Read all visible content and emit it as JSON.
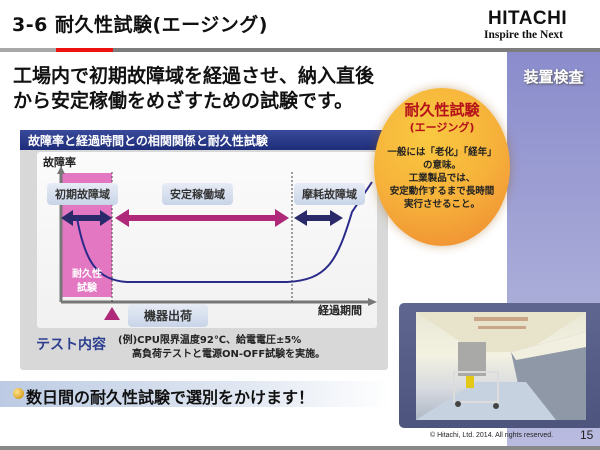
{
  "header": {
    "title": "3-6  耐久性試験(エージング)",
    "logo": {
      "brand": "HITACHI",
      "tagline": "Inspire the Next"
    },
    "accent_colors": {
      "rule_gray": "#a8a8a8",
      "rule_red": "#ee1111",
      "rule_dark": "#7d7d7d"
    }
  },
  "side_panel": {
    "label": "装置検査",
    "color": "#8a8ccc"
  },
  "lead": {
    "line1": "工場内で初期故障域を経過させ、納入直後",
    "line2": "から安定稼働をめざすための試験です。"
  },
  "callout": {
    "title": "耐久性試験",
    "subtitle": "(エージング)",
    "body": [
      "一般には「老化」「経年」",
      "の意味。",
      "工業製品では、",
      "安定動作するまで長時間",
      "実行させること。"
    ]
  },
  "diagram": {
    "panel_title": "故障率と経過時間との相関関係と耐久性試験",
    "y_axis_label": "故障率",
    "x_axis_label": "経過期間",
    "zones": [
      {
        "label": "初期故障域",
        "arrow_color": "#2a2a6a"
      },
      {
        "label": "安定稼働域",
        "arrow_color": "#b0287a"
      },
      {
        "label": "摩耗故障域",
        "arrow_color": "#2a2a6a"
      }
    ],
    "burn_in_label_1": "耐久性",
    "burn_in_label_2": "試験",
    "shipment_label": "機器出荷",
    "curve": "bathtub",
    "curve_color": "#2a2a8a",
    "highlight_color": "#e377c2"
  },
  "test_content": {
    "label": "テスト内容",
    "line1": "(例)CPU限界温度92℃、給電電圧±5%",
    "line2": "高負荷テストと電源ON-OFF試験を実施。"
  },
  "banner": {
    "text": "数日間の耐久性試験で選別をかけます！"
  },
  "photo": {
    "subject": "aging-test-room"
  },
  "footer": {
    "copyright": "© Hitachi, Ltd. 2014. All rights reserved.",
    "page_number": "15"
  }
}
